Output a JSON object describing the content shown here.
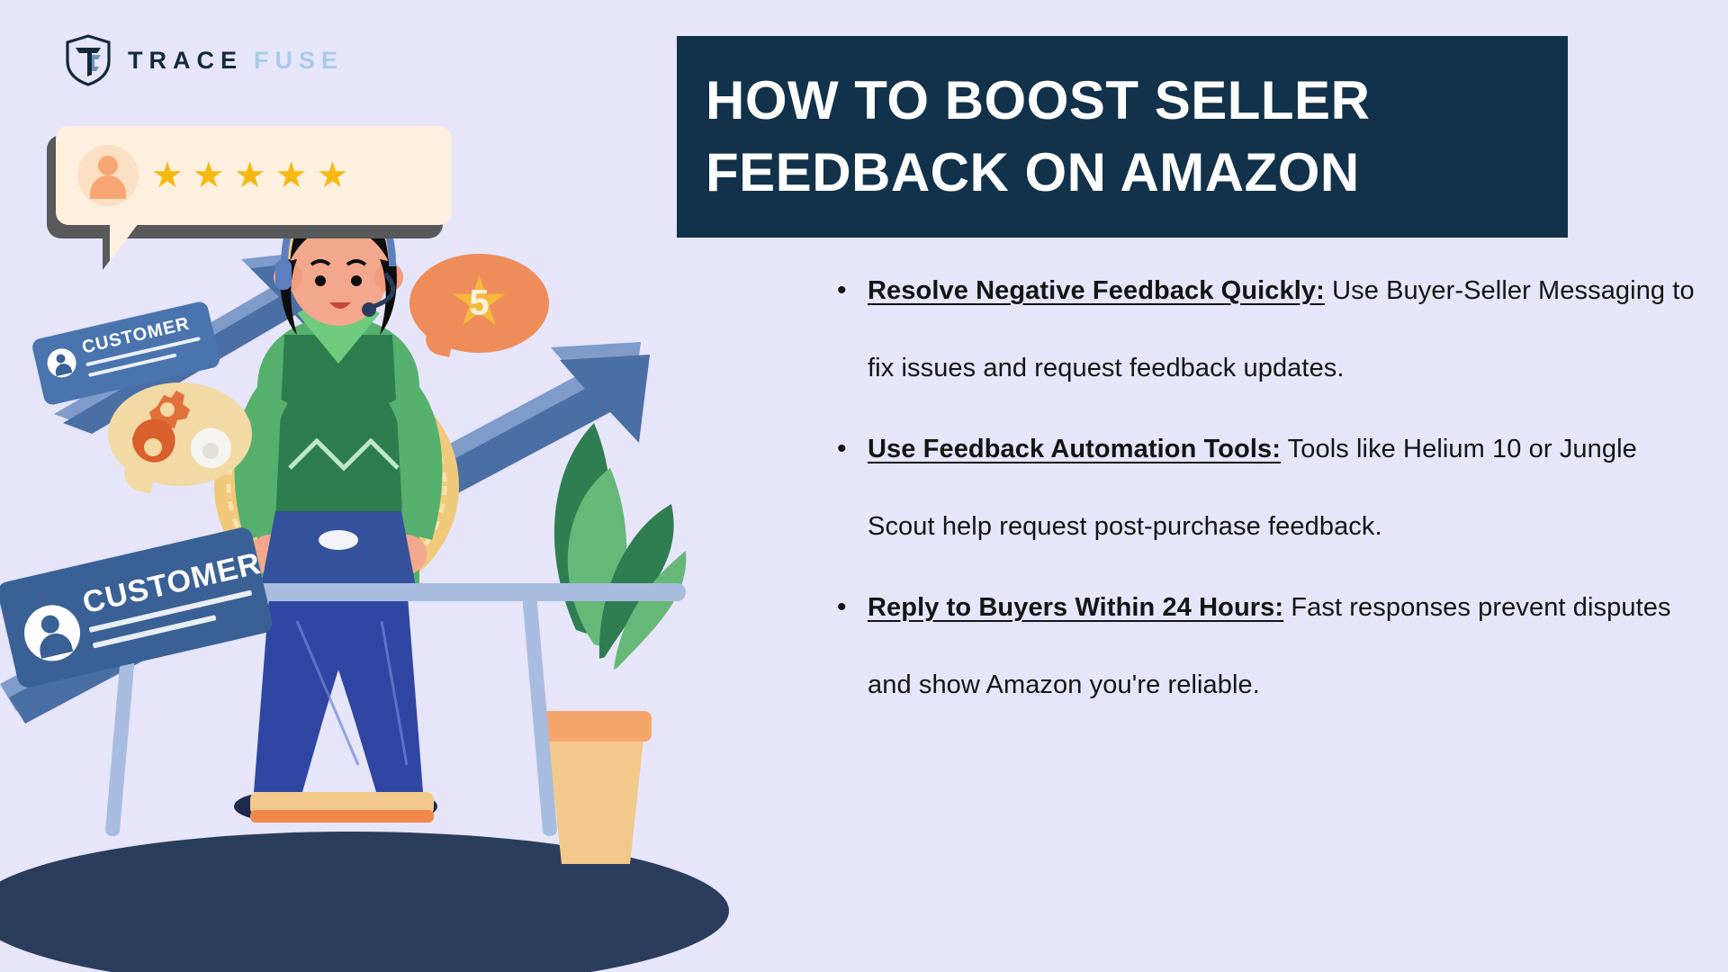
{
  "brand": {
    "logo_icon": "shield-tf-monogram-icon",
    "name_part1": "TRACE",
    "name_part2": "FUSE",
    "color_dark": "#14293C",
    "color_light": "#A9CBE8"
  },
  "header": {
    "title_line1": "HOW TO BOOST SELLER",
    "title_line2": "FEEDBACK ON AMAZON",
    "banner_bg": "#11324A",
    "banner_text_color": "#FFFFFF"
  },
  "page": {
    "background": "#E7E5FA",
    "body_text_color": "#141414"
  },
  "bullets": [
    {
      "marker": "•",
      "lead": "Resolve Negative Feedback Quickly:",
      "body": " Use Buyer-Seller Messaging to fix issues and request feedback updates."
    },
    {
      "marker": "•",
      "lead": "Use Feedback Automation Tools:",
      "body": " Tools like Helium 10 or Jungle Scout help request post-purchase feedback."
    },
    {
      "marker": "•",
      "lead": "Reply to Buyers Within 24 Hours:",
      "body": " Fast responses prevent disputes and show Amazon you're reliable."
    }
  ],
  "illustration": {
    "review_bubble": {
      "avatar_icon": "user-avatar-icon",
      "star_glyph": "★",
      "star_count": 5,
      "star_color": "#F5B912",
      "card_bg": "#FDF0DF",
      "shadow_color": "#57595B"
    },
    "rating_bubble": {
      "value": "5",
      "star_glyph": "★",
      "bubble_color": "#EE8C5A",
      "star_color": "#F5B93C",
      "number_color": "#FCF3DC"
    },
    "gears_bubble": {
      "icon": "gears-settings-icon",
      "bubble_color": "#F3D9A4",
      "gear_color": "#E2703A",
      "gear_color_2": "#F5F3EF"
    },
    "customer_card_1": {
      "label": "CUSTOMER",
      "avatar_icon": "user-avatar-icon",
      "color": "#4A74AE"
    },
    "customer_card_2": {
      "label": "CUSTOMER",
      "avatar_icon": "user-avatar-icon",
      "color": "#3A6196"
    },
    "scene": {
      "arrow_color": "#4A6FA5",
      "arrow_color_light": "#7E9BC9",
      "desk_color": "#A8BCE0",
      "ground_ellipse": "#2B3D5C",
      "chair_color": "#F0C97A",
      "sweater_dark": "#2E7D4F",
      "sweater_light": "#56B06D",
      "collar_color": "#6FCB7D",
      "laptop_color": "#34519B",
      "hair_color": "#0C0C0C",
      "skin_color": "#F3A78C",
      "pants_color": "#2F47A3",
      "plant_green_dark": "#2F7E52",
      "plant_green_light": "#66B878",
      "pot_color": "#F2C98A",
      "pot_rim_color": "#F5A66B"
    }
  }
}
